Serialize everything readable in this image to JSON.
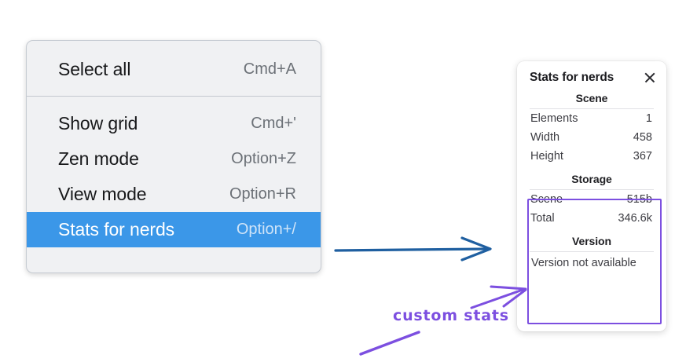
{
  "context_menu": {
    "name": "context-menu",
    "groups": [
      {
        "items": [
          {
            "label": "Select all",
            "shortcut": "Cmd+A",
            "selected": false
          }
        ]
      },
      {
        "items": [
          {
            "label": "Show grid",
            "shortcut": "Cmd+'",
            "selected": false
          },
          {
            "label": "Zen mode",
            "shortcut": "Option+Z",
            "selected": false
          },
          {
            "label": "View mode",
            "shortcut": "Option+R",
            "selected": false
          },
          {
            "label": "Stats for nerds",
            "shortcut": "Option+/",
            "selected": true
          }
        ]
      }
    ],
    "selected_color": "#3b97e8"
  },
  "stats_panel": {
    "title": "Stats for nerds",
    "close_icon": "close-icon",
    "sections": [
      {
        "heading": "Scene",
        "rows": [
          {
            "key": "Elements",
            "value": "1"
          },
          {
            "key": "Width",
            "value": "458"
          },
          {
            "key": "Height",
            "value": "367"
          }
        ]
      },
      {
        "heading": "Storage",
        "rows": [
          {
            "key": "Scene",
            "value": "515b"
          },
          {
            "key": "Total",
            "value": "346.6k"
          }
        ]
      },
      {
        "heading": "Version",
        "plain_rows": [
          "Version not available"
        ]
      }
    ]
  },
  "annotations": {
    "callout_text": "custom stats",
    "callout_color": "#7c4fe0",
    "pointer_arrow_color": "#1f5fa0"
  }
}
